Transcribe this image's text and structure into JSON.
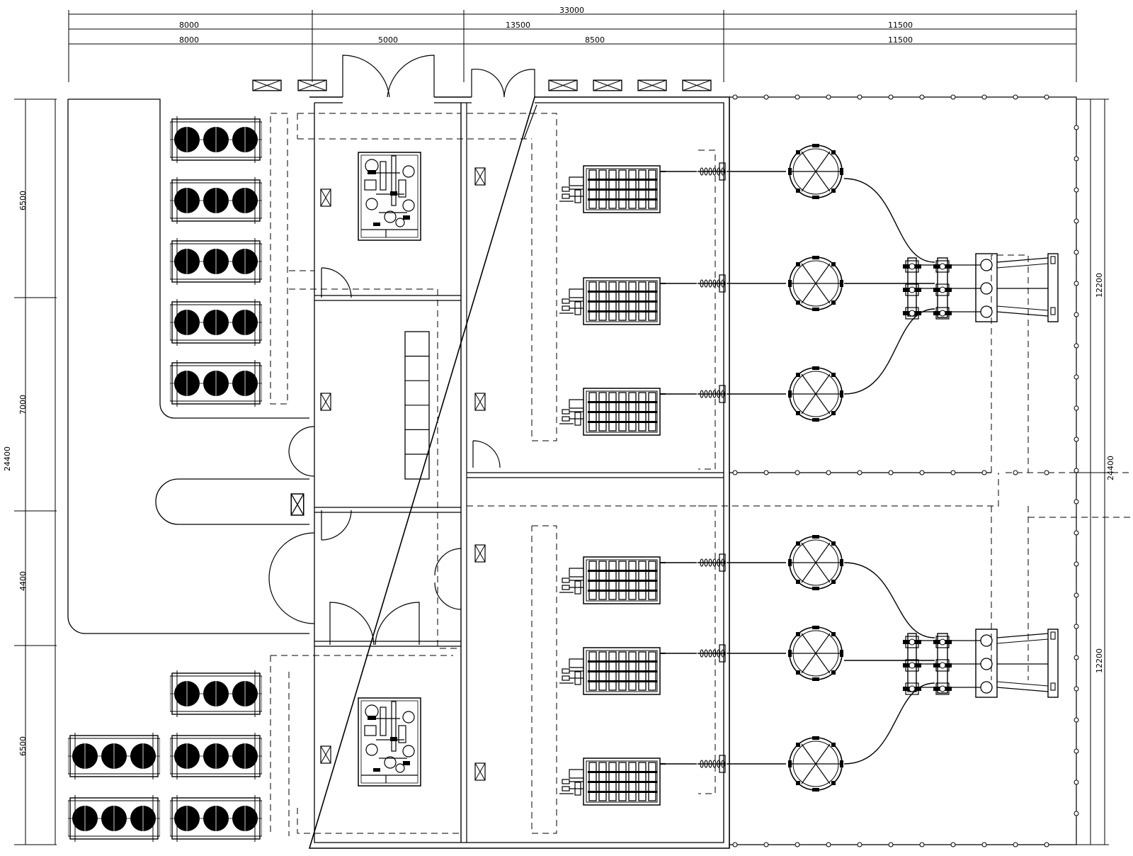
{
  "dimensions": {
    "top_total": "33000",
    "top_seg_row1": [
      "8000",
      "13500",
      "11500"
    ],
    "top_seg_row2": [
      "8000",
      "5000",
      "8500",
      "11500"
    ],
    "left_total": "24400",
    "left_segs": [
      "6500",
      "7000",
      "4400",
      "6500"
    ],
    "right_total": "24400",
    "right_segs": [
      "12200",
      "12200"
    ]
  },
  "colors": {
    "line": "#000000",
    "background": "#ffffff"
  },
  "equipment": {
    "fan_units": {
      "rows": 3,
      "fans_per_unit": 3
    },
    "generators": 6,
    "reactors": 6,
    "switchgear": 2,
    "transformers": 2
  }
}
